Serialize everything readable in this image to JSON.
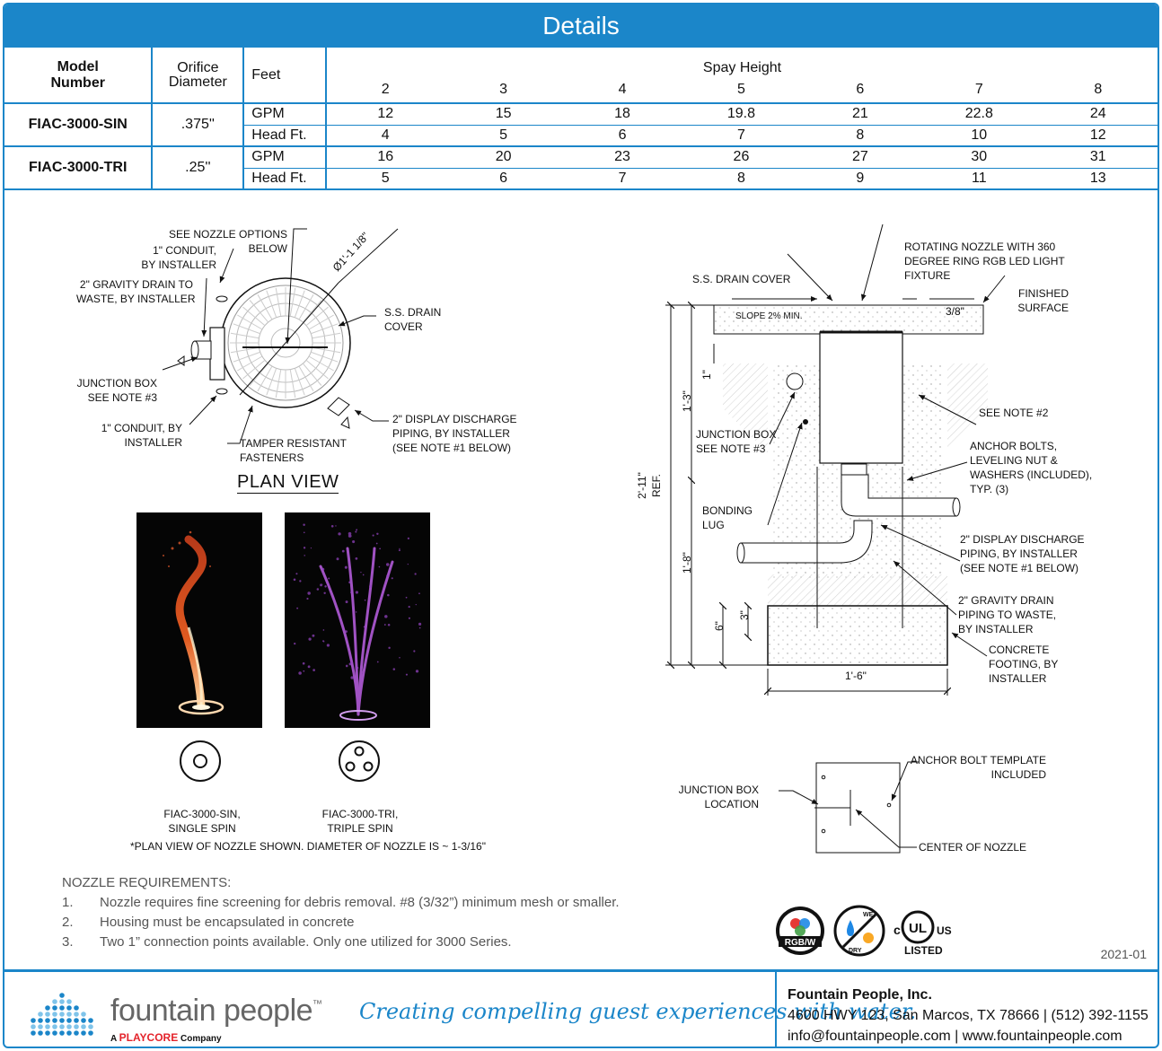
{
  "header": {
    "title": "Details"
  },
  "table": {
    "col_model": "Model Number",
    "col_model_l1": "Model",
    "col_model_l2": "Number",
    "col_orifice_l1": "Orifice",
    "col_orifice_l2": "Diameter",
    "col_feet": "Feet",
    "col_spray": "Spay Height",
    "heights": [
      "2",
      "3",
      "4",
      "5",
      "6",
      "7",
      "8"
    ],
    "rows": [
      {
        "model": "FIAC-3000-SIN",
        "orifice": ".375''",
        "gpm_label": "GPM",
        "gpm": [
          "12",
          "15",
          "18",
          "19.8",
          "21",
          "22.8",
          "24"
        ],
        "head_label": "Head Ft.",
        "head": [
          "4",
          "5",
          "6",
          "7",
          "8",
          "10",
          "12"
        ]
      },
      {
        "model": "FIAC-3000-TRI",
        "orifice": ".25''",
        "gpm_label": "GPM",
        "gpm": [
          "16",
          "20",
          "23",
          "26",
          "27",
          "30",
          "31"
        ],
        "head_label": "Head Ft.",
        "head": [
          "5",
          "6",
          "7",
          "8",
          "9",
          "11",
          "13"
        ]
      }
    ]
  },
  "plan_view": {
    "title": "PLAN VIEW",
    "labels": {
      "nozzle_options": [
        "SEE NOZZLE OPTIONS",
        "BELOW"
      ],
      "conduit_top": [
        "1\" CONDUIT,",
        "BY INSTALLER"
      ],
      "gravity_drain": [
        "2\" GRAVITY DRAIN TO",
        "WASTE, BY INSTALLER"
      ],
      "diameter": "Ø1'-1 1/8\"",
      "drain_cover": [
        "S.S. DRAIN",
        "COVER"
      ],
      "junction_box": [
        "JUNCTION BOX",
        "SEE NOTE #3"
      ],
      "conduit_bottom": [
        "1\" CONDUIT, BY",
        "INSTALLER"
      ],
      "tamper": [
        "TAMPER RESISTANT",
        "FASTENERS"
      ],
      "display_discharge": [
        "2\" DISPLAY DISCHARGE",
        "PIPING, BY INSTALLER",
        "(SEE NOTE #1 BELOW)"
      ]
    }
  },
  "nozzles": {
    "sin": [
      "FIAC-3000-SIN,",
      "SINGLE SPIN"
    ],
    "tri": [
      "FIAC-3000-TRI,",
      "TRIPLE SPIN"
    ],
    "note": "*PLAN VIEW OF NOZZLE SHOWN. DIAMETER OF NOZZLE IS ~ 1-3/16\""
  },
  "section_view": {
    "labels": {
      "rotating_nozzle": [
        "ROTATING NOZZLE WITH 360",
        "DEGREE RING RGB LED LIGHT",
        "FIXTURE"
      ],
      "ss_drain_cover": "S.S. DRAIN COVER",
      "finished_surface": [
        "FINISHED",
        "SURFACE"
      ],
      "slope": "SLOPE 2% MIN.",
      "three_eighths": "3/8\"",
      "see_note_2": "SEE NOTE #2",
      "junction_box": [
        "JUNCTION BOX",
        "SEE NOTE #3"
      ],
      "anchor_bolts": [
        "ANCHOR BOLTS,",
        "LEVELING NUT &",
        "WASHERS (INCLUDED),",
        "TYP. (3)"
      ],
      "bonding_lug": [
        "BONDING",
        "LUG"
      ],
      "display_discharge": [
        "2\" DISPLAY DISCHARGE",
        "PIPING, BY INSTALLER",
        "(SEE NOTE #1 BELOW)"
      ],
      "gravity_drain": [
        "2\" GRAVITY DRAIN",
        "PIPING TO WASTE,",
        "BY INSTALLER"
      ],
      "concrete_footing": [
        "CONCRETE",
        "FOOTING, BY",
        "INSTALLER"
      ],
      "dim_total": "2'-11\"",
      "dim_ref": "REF.",
      "dim_1_3": "1'-3\"",
      "dim_1_8": "1'-8\"",
      "dim_1": "1\"",
      "dim_3": "3\"",
      "dim_6": "6\"",
      "dim_1_6": "1'-6\""
    }
  },
  "template_view": {
    "anchor_template": [
      "ANCHOR BOLT TEMPLATE",
      "INCLUDED"
    ],
    "junction_location": [
      "JUNCTION BOX",
      "LOCATION"
    ],
    "center_nozzle": "CENTER OF NOZZLE"
  },
  "notes": {
    "heading": "NOZZLE REQUIREMENTS:",
    "items": [
      {
        "num": "1.",
        "text": "Nozzle requires fine screening for debris removal. #8 (3/32”) minimum mesh or smaller."
      },
      {
        "num": "2.",
        "text": "Housing must be encapsulated in concrete"
      },
      {
        "num": "3.",
        "text": "Two 1” connection points available. Only one utilized for 3000 Series."
      }
    ]
  },
  "badges": {
    "rgbw": "RGB/W",
    "wet": "WET",
    "dry": "DRY",
    "ul_c": "c",
    "ul": "UL",
    "ul_us": "US",
    "ul_listed": "LISTED"
  },
  "revision": "2021-01",
  "footer": {
    "brand": "fountain people",
    "tm": "™",
    "sub_brand_a": "A",
    "sub_brand_play": "PLAYCORE",
    "sub_brand_company": "Company",
    "tagline": "Creating compelling guest experiences with water.",
    "company_name": "Fountain People, Inc.",
    "address": "4600 HWY 123, San Marcos, TX 78666  |  (512) 392-1155",
    "contact": "info@fountainpeople.com  |  www.fountainpeople.com"
  },
  "colors": {
    "accent": "#1b86c9",
    "footer_tagline": "#1b86c9",
    "playcore_red": "#e4232b"
  }
}
